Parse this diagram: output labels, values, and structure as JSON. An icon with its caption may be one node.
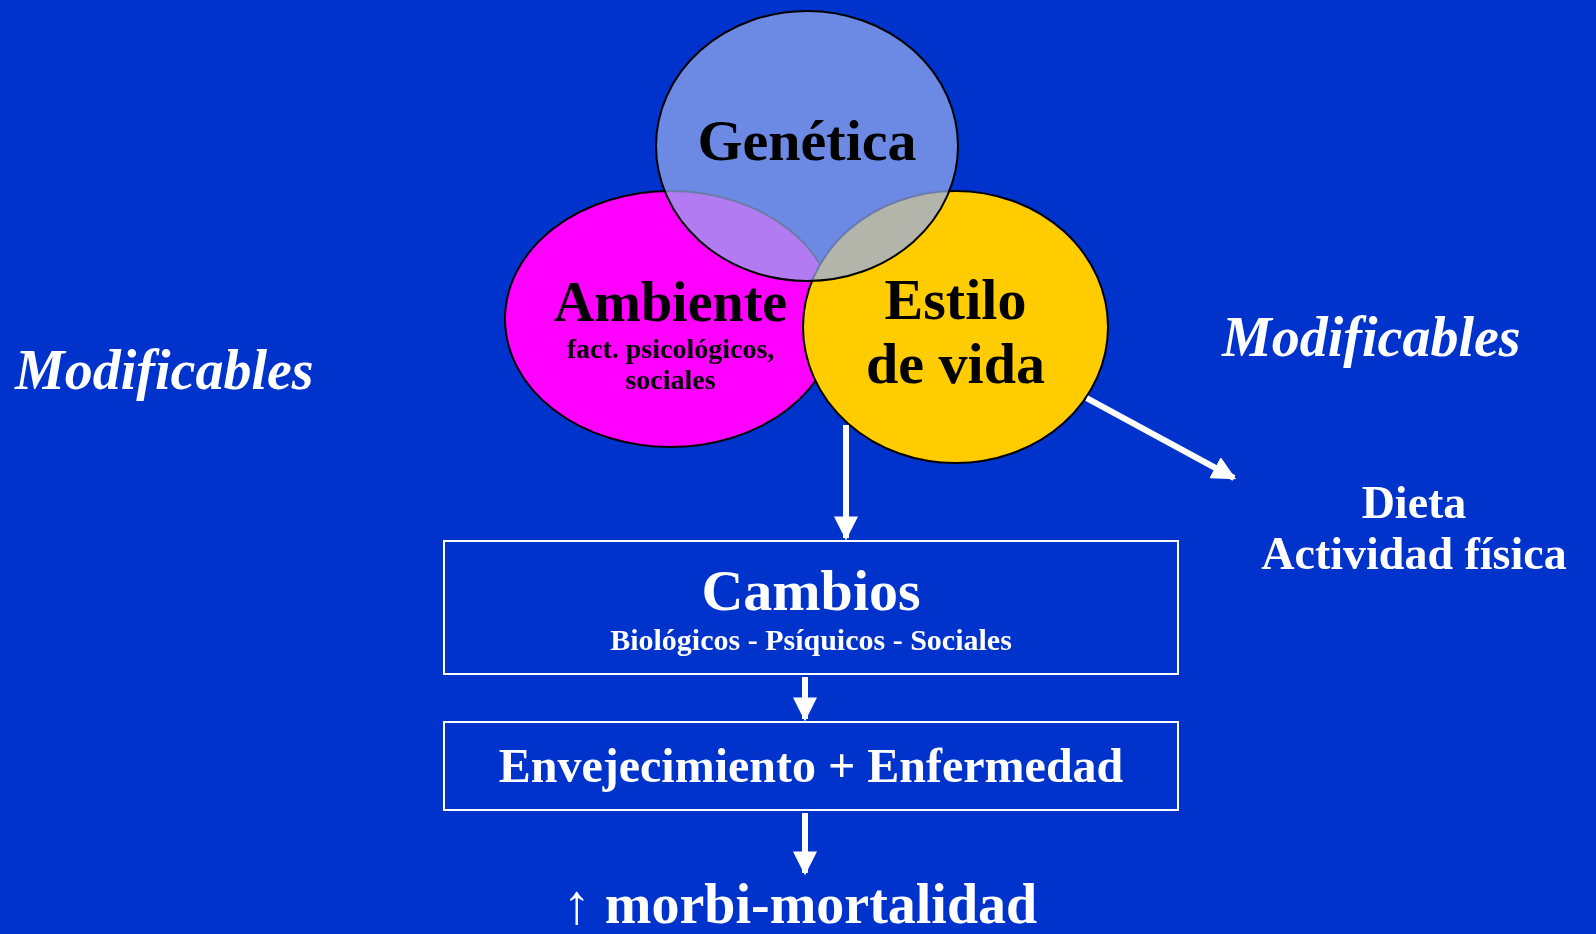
{
  "diagram": {
    "nodes": [
      {
        "text": [
          "Genética"
        ]
      },
      {
        "text": [
          "Ambiente",
          "fact. psicológicos, sociales"
        ]
      },
      {
        "text": [
          "Estilo de vida"
        ]
      },
      {
        "text": [
          "Cambios",
          "Biológicos - Psíquicos - Sociales"
        ]
      },
      {
        "text": [
          "Envejecimiento + Enfermedad"
        ]
      },
      {
        "text": [
          "↑ morbi-mortalidad"
        ]
      },
      {
        "text": [
          "Dieta",
          "Actividad física"
        ]
      }
    ],
    "edges": [
      {
        "from": 2,
        "to": 3,
        "arrow": "to"
      },
      {
        "from": 3,
        "to": 4,
        "arrow": "to"
      },
      {
        "from": 4,
        "to": 5,
        "arrow": "to"
      },
      {
        "from": 2,
        "to": 6,
        "arrow": "to"
      }
    ],
    "labels": [
      "Modificables",
      "Modificables"
    ]
  }
}
